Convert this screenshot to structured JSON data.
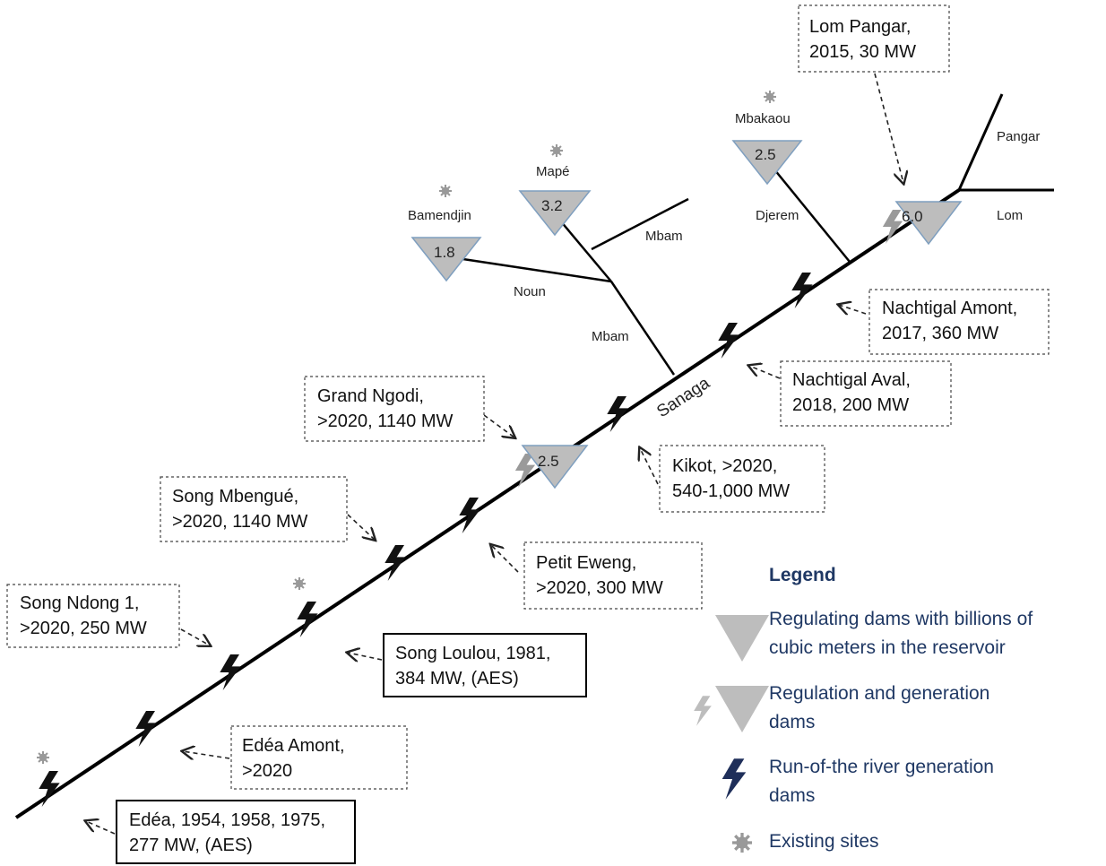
{
  "colors": {
    "river": "#000000",
    "dam_fill": "#bdbdbd",
    "dam_stroke": "#7f9fbf",
    "legend_text": "#1f3864",
    "bolt_dark": "#111111",
    "bolt_navy": "#1f2f5a",
    "site_gray": "#999999"
  },
  "rivers": {
    "sanaga": "Sanaga",
    "mbam_main": "Mbam",
    "mbam_upper": "Mbam",
    "noun": "Noun",
    "djerem": "Djerem",
    "lom": "Lom",
    "pangar": "Pangar"
  },
  "reservoirs": {
    "bamendjin": {
      "name": "Bamendjin",
      "value": "1.8"
    },
    "mape": {
      "name": "Mapé",
      "value": "3.2"
    },
    "mbakaou": {
      "name": "Mbakaou",
      "value": "2.5"
    },
    "lom_pangar": {
      "value": "6.0"
    },
    "grand_ngodi": {
      "value": "2.5"
    }
  },
  "projects": {
    "lom_pangar": {
      "line1": "Lom Pangar,",
      "line2": "2015, 30 MW"
    },
    "nachtigal_amont": {
      "line1": "Nachtigal Amont,",
      "line2": "2017, 360 MW"
    },
    "nachtigal_aval": {
      "line1": "Nachtigal Aval,",
      "line2": "2018, 200 MW"
    },
    "grand_ngodi": {
      "line1": "Grand Ngodi,",
      "line2": ">2020, 1140 MW"
    },
    "kikot": {
      "line1": "Kikot, >2020,",
      "line2": "540-1,000 MW"
    },
    "song_mbengue": {
      "line1": "Song Mbengué,",
      "line2": ">2020, 1140 MW"
    },
    "petit_eweng": {
      "line1": "Petit Eweng,",
      "line2": ">2020, 300 MW"
    },
    "song_ndong": {
      "line1": "Song Ndong 1,",
      "line2": ">2020, 250 MW"
    },
    "song_loulou": {
      "line1": "Song Loulou, 1981,",
      "line2": "384 MW, (AES)"
    },
    "edea_amont": {
      "line1": "Edéa Amont,",
      "line2": ">2020"
    },
    "edea": {
      "line1": "Edéa, 1954, 1958, 1975,",
      "line2": "277 MW, (AES)"
    }
  },
  "legend": {
    "title": "Legend",
    "regulating": {
      "line1": "Regulating dams with billions of",
      "line2": "cubic meters in the reservoir"
    },
    "regulation_generation": {
      "line1": "Regulation and generation",
      "line2": "dams"
    },
    "run_of_river": {
      "line1": "Run-of-the river generation",
      "line2": "dams"
    },
    "existing": {
      "line1": "Existing sites"
    }
  }
}
